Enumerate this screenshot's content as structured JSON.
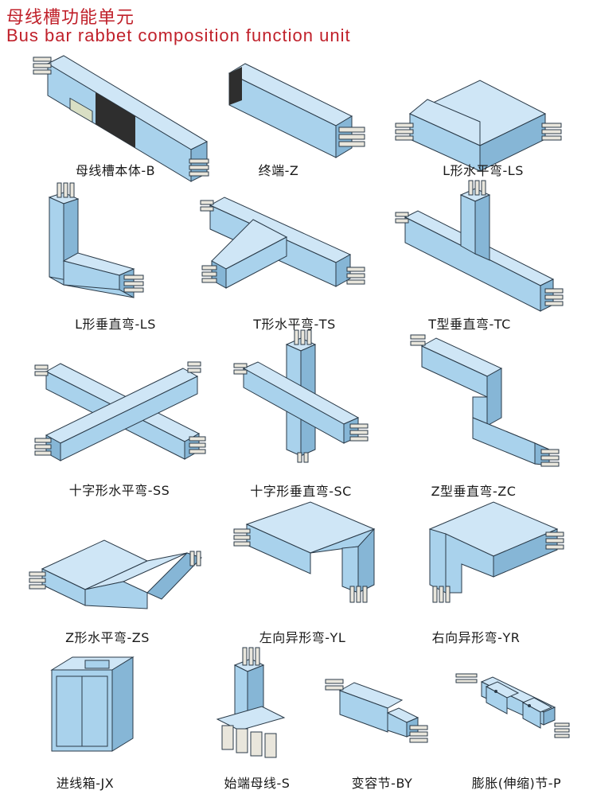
{
  "header": {
    "title_cn": "母线槽功能单元",
    "title_en": "Bus bar rabbet composition function unit"
  },
  "colors": {
    "body_face": "#a9d2ec",
    "body_top": "#cfe6f6",
    "body_side": "#86b6d6",
    "outline": "#2a3a48",
    "dark_band": "#2e2e2e",
    "title": "#c0202a"
  },
  "units": [
    {
      "name": "busbar-body-b",
      "caption": "母线槽本体-B"
    },
    {
      "name": "end-cap-z",
      "caption": "终端-Z"
    },
    {
      "name": "l-horizontal-elbow-ls",
      "caption": "L形水平弯-LS"
    },
    {
      "name": "l-vertical-elbow-ls",
      "caption": "L形垂直弯-LS"
    },
    {
      "name": "t-horizontal-tee-ts",
      "caption": "T形水平弯-TS"
    },
    {
      "name": "t-vertical-tee-tc",
      "caption": "T型垂直弯-TC"
    },
    {
      "name": "cross-horizontal-ss",
      "caption": "十字形水平弯-SS"
    },
    {
      "name": "cross-vertical-sc",
      "caption": "十字形垂直弯-SC"
    },
    {
      "name": "z-vertical-zc",
      "caption": "Z型垂直弯-ZC"
    },
    {
      "name": "z-horizontal-zs",
      "caption": "Z形水平弯-ZS"
    },
    {
      "name": "left-offset-yl",
      "caption": "左向异形弯-YL"
    },
    {
      "name": "right-offset-yr",
      "caption": "右向异形弯-YR"
    },
    {
      "name": "feeder-box-jx",
      "caption": "进线箱-JX"
    },
    {
      "name": "starting-busbar-s",
      "caption": "始端母线-S"
    },
    {
      "name": "reducer-by",
      "caption": "变容节-BY"
    },
    {
      "name": "expansion-joint-p",
      "caption": "膨胀(伸缩)节-P"
    }
  ]
}
